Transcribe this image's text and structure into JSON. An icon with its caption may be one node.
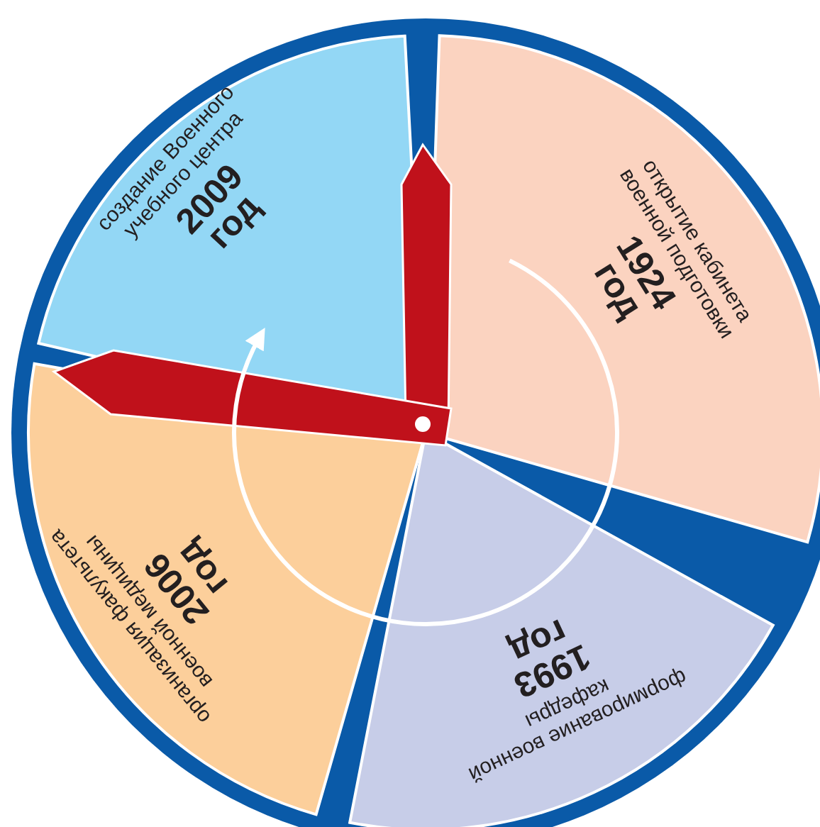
{
  "diagram": {
    "nodes": [
      {
        "text": [
          "открытие кабинета военной подготовки",
          "1924 год"
        ]
      },
      {
        "text": [
          "формирование военной кафедры",
          "1993 год"
        ]
      },
      {
        "text": [
          "организация факультета военной медицины",
          "2006 год"
        ]
      },
      {
        "text": [
          "создание Военного учебного центра",
          "2009 год"
        ]
      }
    ],
    "edges": [
      {
        "from": 0,
        "to": 3,
        "arrow": "to"
      }
    ]
  }
}
